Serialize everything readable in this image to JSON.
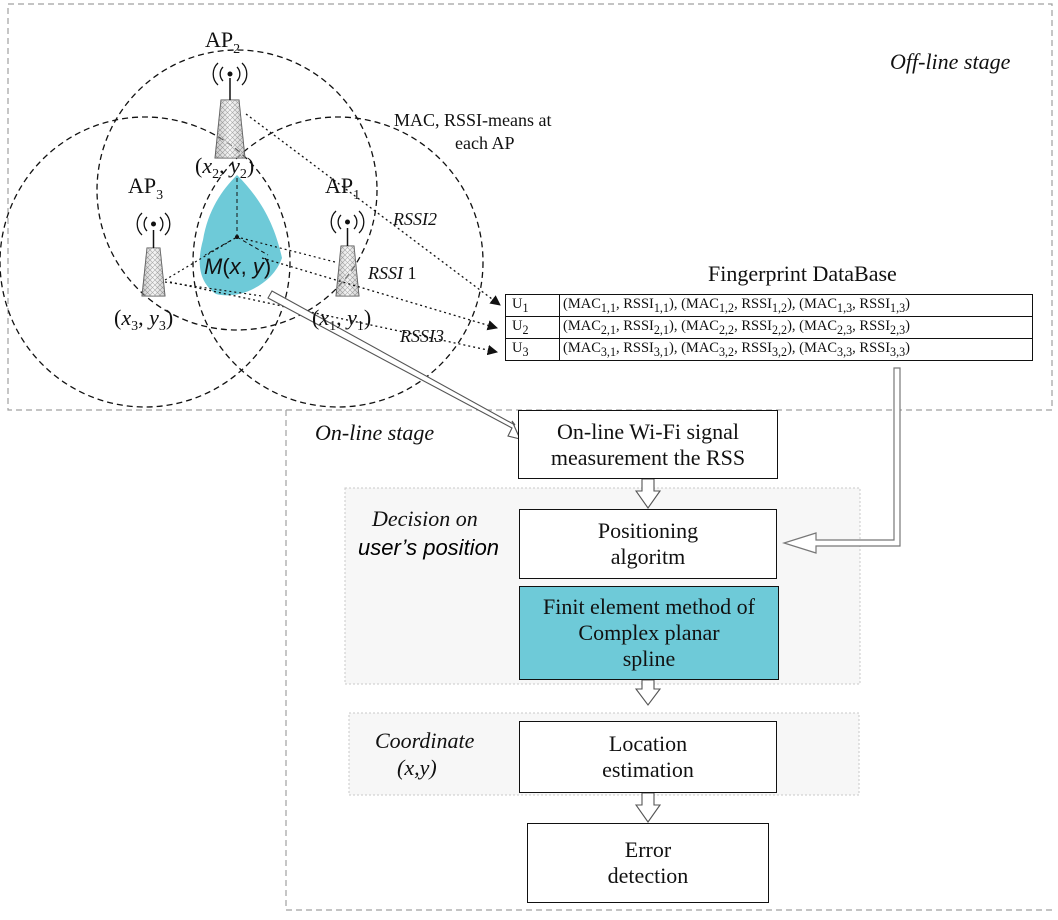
{
  "offline_label": "Off-line stage",
  "online_label": "On-line stage",
  "mac_note": [
    "MAC, RSSI-means at",
    "each AP"
  ],
  "access_points": [
    {
      "name": "AP",
      "sub": "2",
      "coord": {
        "x": "x",
        "xs": "2",
        "y": "y",
        "ys": "2"
      }
    },
    {
      "name": "AP",
      "sub": "3",
      "coord": {
        "x": "x",
        "xs": "3",
        "y": "y",
        "ys": "3"
      }
    },
    {
      "name": "AP",
      "sub": "1",
      "coord": {
        "x": "x",
        "xs": "1",
        "y": "y",
        "ys": "1"
      }
    }
  ],
  "point_label": {
    "m": "M",
    "x": "x",
    "y": "y"
  },
  "rssi_labels": [
    {
      "name": "RSSI",
      "num": "2"
    },
    {
      "name": "RSSI",
      "num": " 1"
    },
    {
      "name": "RSSI",
      "num": "3"
    }
  ],
  "fingerprint": {
    "title": "Fingerprint DataBase",
    "rows": [
      {
        "u": "U",
        "us": "1",
        "cells": [
          {
            "m": "MAC",
            "ms": "1,1",
            "r": "RSSI",
            "rs": "1,1"
          },
          {
            "m": "MAC",
            "ms": "1,2",
            "r": "RSSI",
            "rs": "1,2"
          },
          {
            "m": "MAC",
            "ms": "1,3",
            "r": "RSSI",
            "rs": "1,3"
          }
        ]
      },
      {
        "u": "U",
        "us": "2",
        "cells": [
          {
            "m": "MAC",
            "ms": "2,1",
            "r": "RSSI",
            "rs": "2,1"
          },
          {
            "m": "MAC",
            "ms": "2,2",
            "r": "RSSI",
            "rs": "2,2"
          },
          {
            "m": "MAC",
            "ms": "2,3",
            "r": "RSSI",
            "rs": "2,3"
          }
        ]
      },
      {
        "u": "U",
        "us": "3",
        "cells": [
          {
            "m": "MAC",
            "ms": "3,1",
            "r": "RSSI",
            "rs": "3,1"
          },
          {
            "m": "MAC",
            "ms": "3,2",
            "r": "RSSI",
            "rs": "3,2"
          },
          {
            "m": "MAC",
            "ms": "3,3",
            "r": "RSSI",
            "rs": "3,3"
          }
        ]
      }
    ]
  },
  "flow": {
    "measurement": [
      "On-line Wi-Fi signal",
      "measurement the RSS"
    ],
    "decision_label": [
      "Decision on",
      "user’s position"
    ],
    "positioning": [
      "Positioning",
      "algoritm"
    ],
    "spline": [
      "Finit element method of",
      "Complex planar",
      "spline"
    ],
    "coordinate_label": [
      "Coordinate",
      "(x,y)"
    ],
    "location": [
      "Location",
      "estimation"
    ],
    "error": [
      "Error",
      "detection"
    ]
  },
  "colors": {
    "highlight": "#6ecad8",
    "line": "#111111",
    "dash": "#a0a0a0",
    "region": "#c8c8c8"
  }
}
